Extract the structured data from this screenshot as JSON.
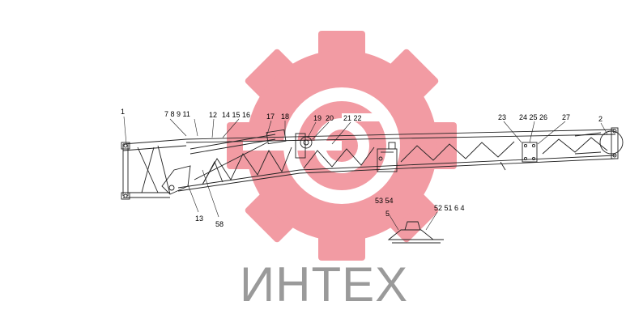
{
  "watermark": {
    "brand": "ИНТЕХ",
    "gear_color": "#f08a94",
    "text_color": "#9a9a9a"
  },
  "drawing": {
    "line_color": "#222222",
    "background": "#ffffff"
  },
  "callouts": {
    "c1": "1",
    "c2": "2",
    "c7_8_9_11": "7 8 9 11",
    "c12": "12",
    "c14_15_16": "14 15 16",
    "c17": "17",
    "c18": "18",
    "c19": "19",
    "c20": "20",
    "c21_22": "21 22",
    "c23": "23",
    "c24_25_26": "24 25 26",
    "c27": "27",
    "c13": "13",
    "c58": "58",
    "c53_54": "53 54",
    "c5": "5",
    "c52_51_6_4": "52 51 6 4"
  }
}
